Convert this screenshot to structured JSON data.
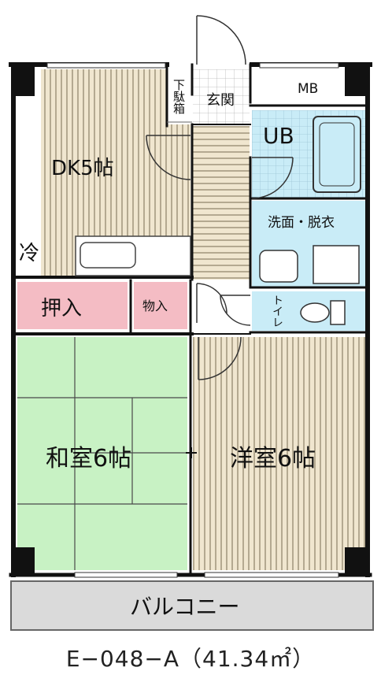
{
  "plan": {
    "rooms": {
      "dk": {
        "label": "DK5帖",
        "name": "dining-kitchen"
      },
      "genkan": {
        "label": "玄関",
        "name": "entrance"
      },
      "getabako": {
        "label": "下駄箱",
        "name": "shoe-cabinet"
      },
      "mb": {
        "label": "MB",
        "name": "meter-box"
      },
      "ub": {
        "label": "UB",
        "name": "unit-bath"
      },
      "senmen": {
        "label": "洗面・脱衣",
        "name": "washroom"
      },
      "toilet": {
        "label": "トイレ",
        "name": "toilet"
      },
      "oshiire": {
        "label": "押入",
        "name": "closet"
      },
      "monoire": {
        "label": "物入",
        "name": "storage"
      },
      "washitsu": {
        "label": "和室6帖",
        "name": "japanese-room"
      },
      "youshitsu": {
        "label": "洋室6帖",
        "name": "western-room"
      },
      "balcony": {
        "label": "バルコニー",
        "name": "balcony"
      },
      "fridge": {
        "label": "冷",
        "name": "fridge-space"
      }
    },
    "caption": "E−048−A（41.34㎡）",
    "colors": {
      "wood_light": "#f0e6cf",
      "wood_line": "#9a8f76",
      "tatami": "#c8f2c4",
      "closet_pink": "#f4bcc4",
      "water_blue": "#c9ecf7",
      "balcony_gray": "#dadada",
      "wall": "#111111"
    }
  }
}
